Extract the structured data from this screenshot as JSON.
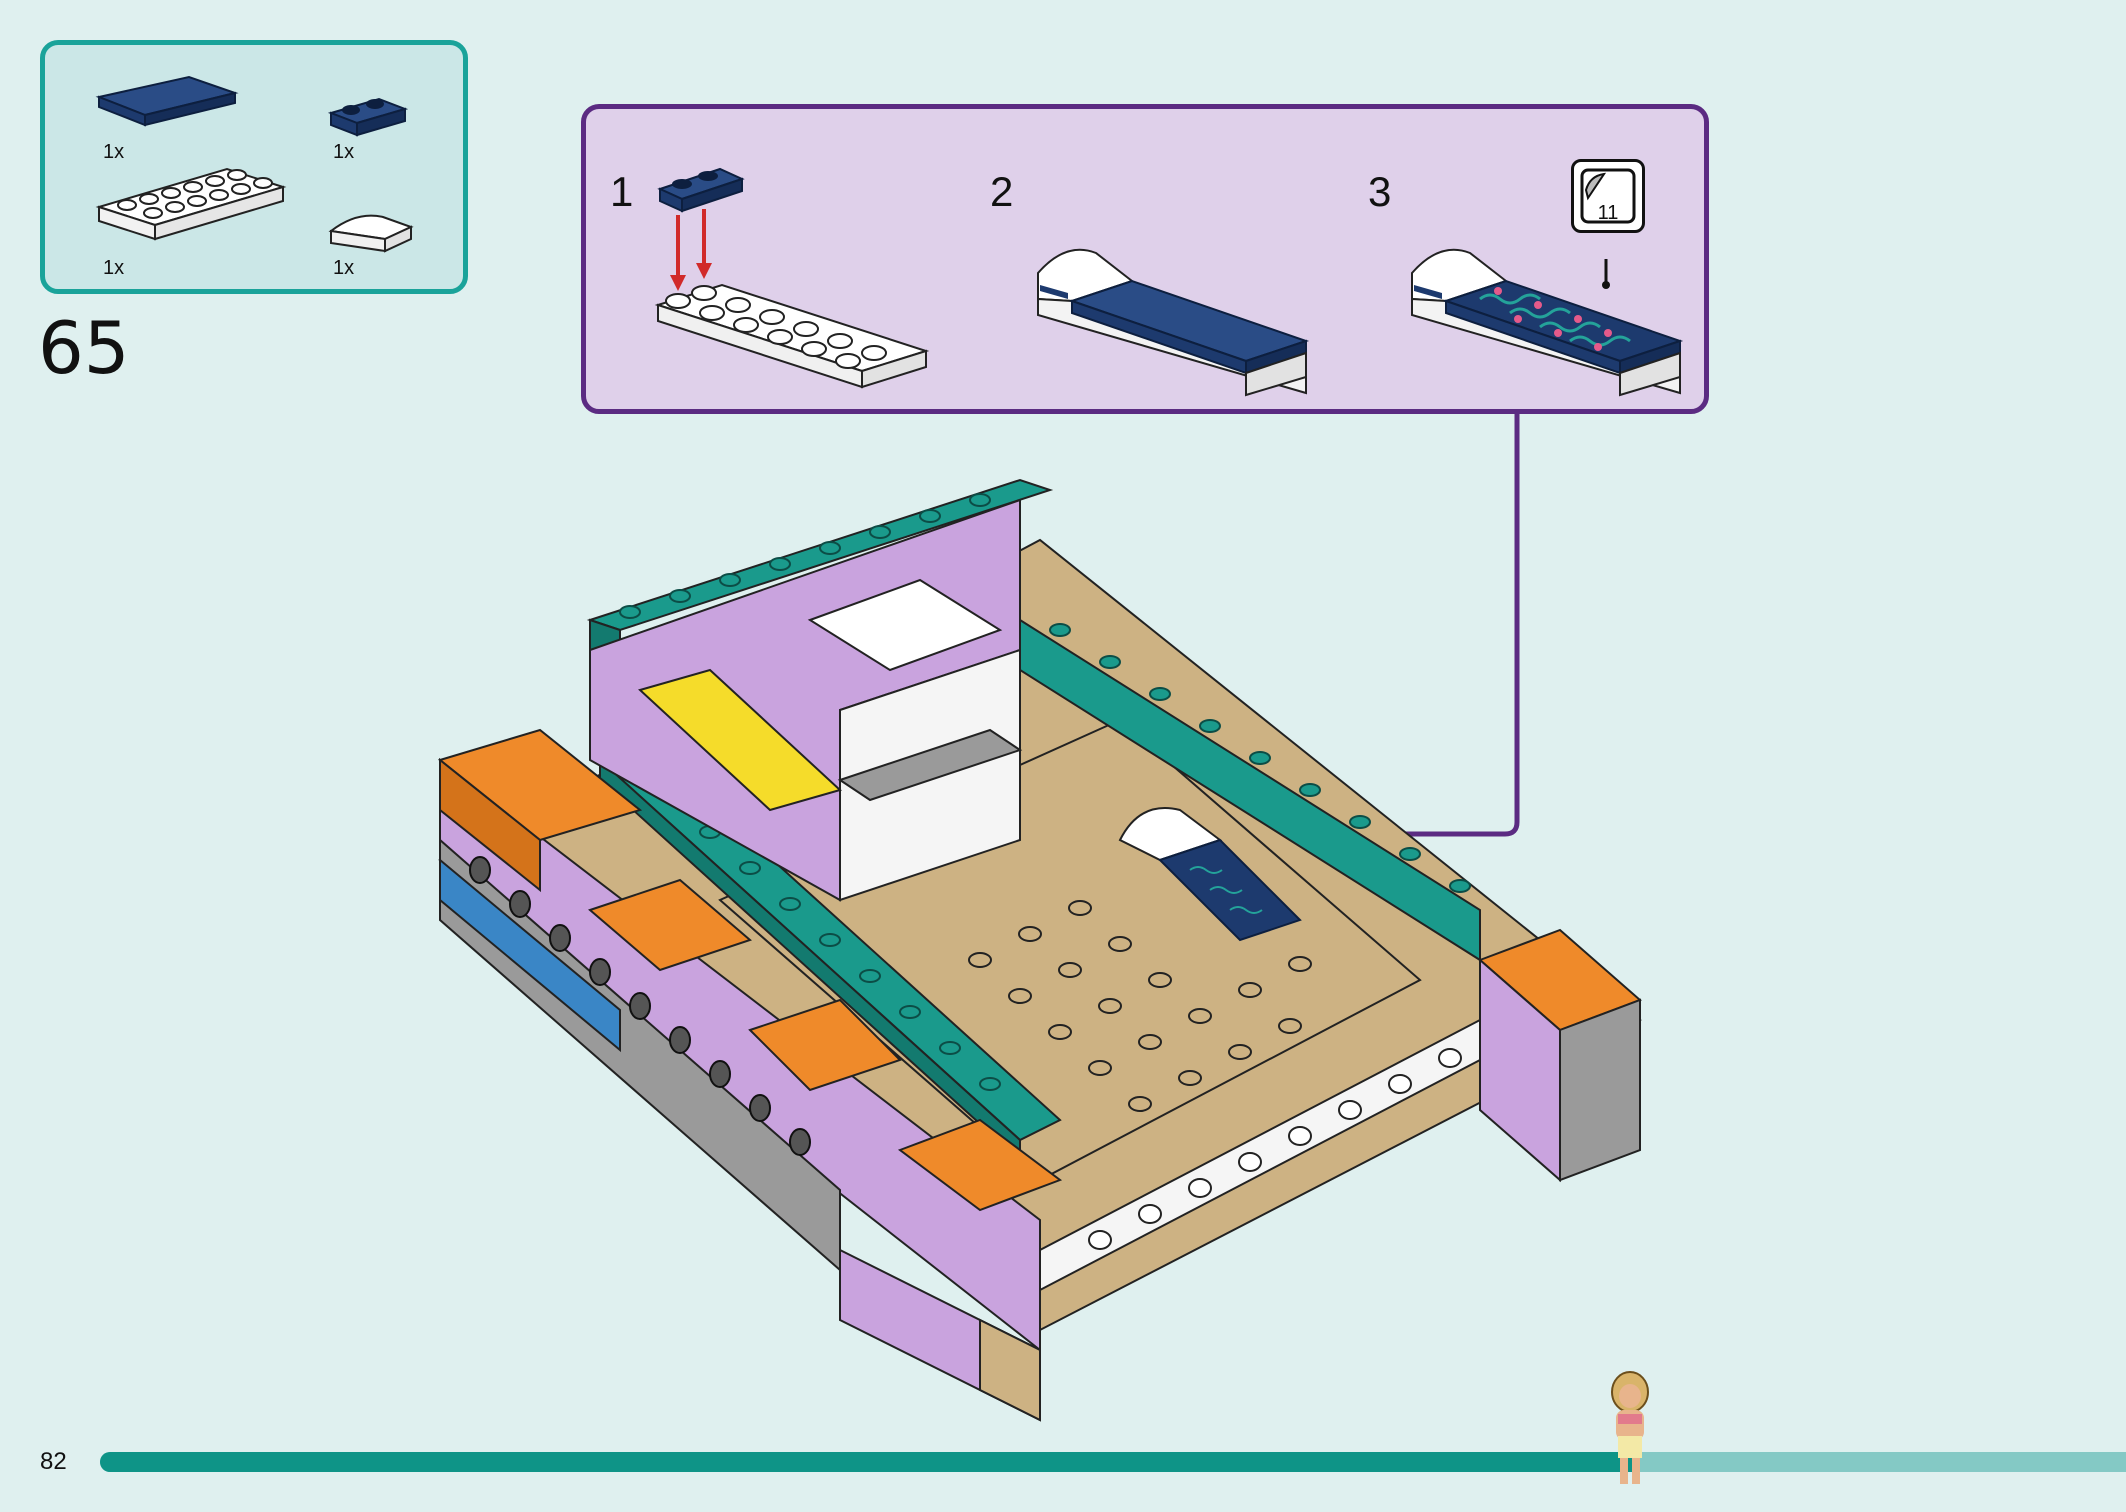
{
  "page": {
    "number": "82"
  },
  "step": {
    "number": "65"
  },
  "parts": [
    {
      "name": "dark-blue-tile-2x4",
      "qty": "1x"
    },
    {
      "name": "dark-blue-plate-1x2",
      "qty": "1x"
    },
    {
      "name": "white-plate-2x6",
      "qty": "1x"
    },
    {
      "name": "white-curved-slope-1x2",
      "qty": "1x"
    }
  ],
  "substeps": [
    {
      "number": "1"
    },
    {
      "number": "2"
    },
    {
      "number": "3",
      "sticker": "11"
    }
  ],
  "progress": {
    "fraction": 0.76
  },
  "colors": {
    "background": "#dff0ef",
    "parts_border": "#1aa39a",
    "substep_border": "#5b2b82",
    "progress_fill": "#0e9487",
    "progress_track": "#84c9c5",
    "dark_blue": "#1d3a6e",
    "teal": "#1a9a8c",
    "lavender": "#c9a3de",
    "orange": "#ef8a2a",
    "tan": "#cdb283"
  }
}
